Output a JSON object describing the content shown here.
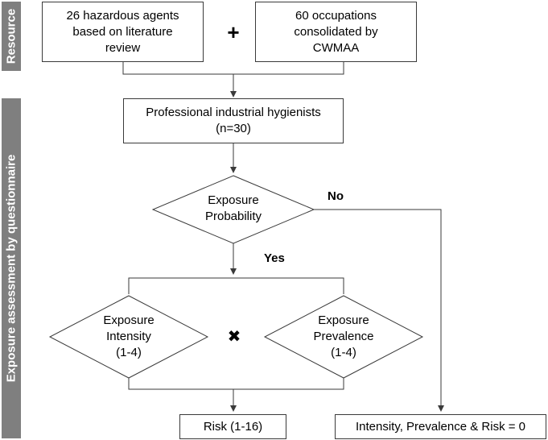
{
  "sidebar": {
    "resource": "Resource",
    "assessment": "Exposure assessment by questionnaire"
  },
  "resource": {
    "agents": [
      "26 hazardous agents",
      "based on literature",
      "review"
    ],
    "operator": "+",
    "occupations": [
      "60 occupations",
      "consolidated by",
      "CWMAA"
    ]
  },
  "hygienists": [
    "Professional industrial hygienists",
    "(n=30)"
  ],
  "probability": {
    "text": [
      "Exposure",
      "Probability"
    ],
    "no_label": "No",
    "yes_label": "Yes"
  },
  "intensity": [
    "Exposure",
    "Intensity",
    "(1-4)"
  ],
  "multiply": "✖",
  "prevalence": [
    "Exposure",
    "Prevalence",
    "(1-4)"
  ],
  "risk": "Risk (1-16)",
  "zero_result": "Intensity, Prevalence & Risk = 0",
  "colors": {
    "sidebar": "#7f7f7f",
    "line": "#3a3a3a"
  }
}
